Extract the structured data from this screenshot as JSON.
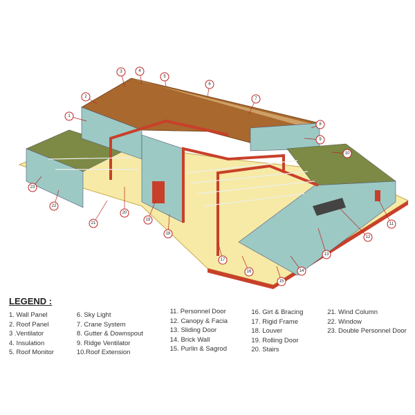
{
  "legend": {
    "title": "LEGEND :",
    "columns": [
      [
        "1. Wall Panel",
        "2. Roof Panel",
        "3 .Ventilator",
        "4. Insulation",
        "5. Roof Monitor"
      ],
      [
        "6.  Sky Light",
        "7.  Crane System",
        "8.  Gutter & Downspout",
        "9.  Ridge Ventilator",
        "10.Roof Extension"
      ],
      [
        "11. Personnel Door",
        "12. Canopy & Facia",
        "13. Sliding Door",
        "14. Brick Wall",
        "15. Purlin & Sagrod"
      ],
      [
        "16. Girt & Bracing",
        "17. Rigid Frame",
        "18. Louver",
        "19. Rolling Door",
        "20. Stairs"
      ],
      [
        "21. Wind Column",
        "22. Window",
        "23. Double Personnel Door"
      ]
    ]
  },
  "callouts": [
    "1",
    "2",
    "3",
    "4",
    "5",
    "6",
    "7",
    "8",
    "9",
    "10",
    "11",
    "12",
    "13",
    "14",
    "15",
    "16",
    "17",
    "18",
    "19",
    "20",
    "21",
    "22",
    "23"
  ],
  "colors": {
    "roof": "#a8682e",
    "wall": "#9cc9c4",
    "floor": "#f6eaa6",
    "frame": "#c8402a",
    "annex_roof": "#7c8a45",
    "callout": "#b22222"
  }
}
